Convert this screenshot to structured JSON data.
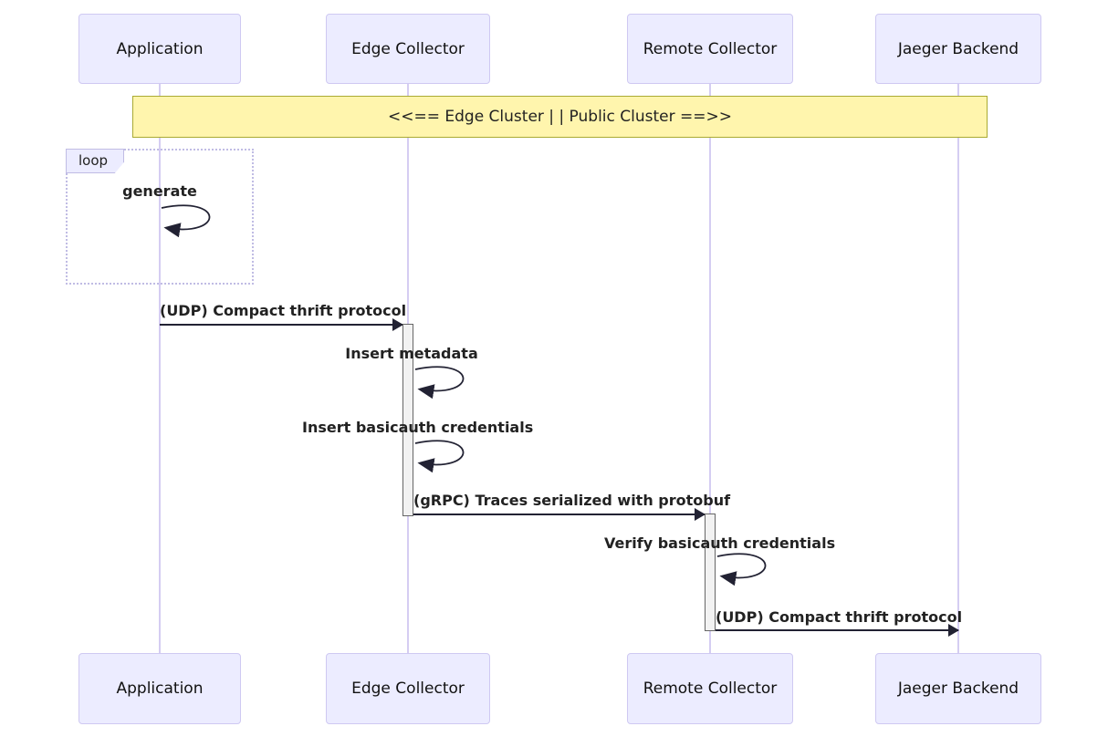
{
  "diagram": {
    "type": "sequence-diagram",
    "participants": [
      {
        "name": "Application"
      },
      {
        "name": "Edge Collector"
      },
      {
        "name": "Remote Collector"
      },
      {
        "name": "Jaeger Backend"
      }
    ],
    "note": {
      "text": "<<== Edge Cluster | | Public Cluster ==>>",
      "spans": [
        "Application",
        "Jaeger Backend"
      ]
    },
    "loop": {
      "label": "loop"
    },
    "messages": [
      {
        "from": "Application",
        "to": "Application",
        "type": "self",
        "label": "generate"
      },
      {
        "from": "Application",
        "to": "Edge Collector",
        "type": "solid-arrow",
        "label": "(UDP) Compact thrift protocol"
      },
      {
        "from": "Edge Collector",
        "to": "Edge Collector",
        "type": "self",
        "label": "Insert metadata"
      },
      {
        "from": "Edge Collector",
        "to": "Edge Collector",
        "type": "self",
        "label": "Insert basicauth credentials"
      },
      {
        "from": "Edge Collector",
        "to": "Remote Collector",
        "type": "solid-arrow",
        "label": "(gRPC) Traces serialized with protobuf"
      },
      {
        "from": "Remote Collector",
        "to": "Remote Collector",
        "type": "self",
        "label": "Verify basicauth credentials"
      },
      {
        "from": "Remote Collector",
        "to": "Jaeger Backend",
        "type": "solid-arrow",
        "label": "(UDP) Compact thrift protocol"
      }
    ],
    "colors": {
      "participant_fill": "#ECECFF",
      "participant_border": "#CFC9F2",
      "lifeline": "#D5CDF2",
      "note_fill": "#FFF5AD",
      "note_border": "#AAAA33",
      "loop_border": "#C0BCE4",
      "activation_fill": "#F2F2F2",
      "activation_border": "#666666",
      "message_line": "#222233",
      "text": "#222222"
    }
  }
}
